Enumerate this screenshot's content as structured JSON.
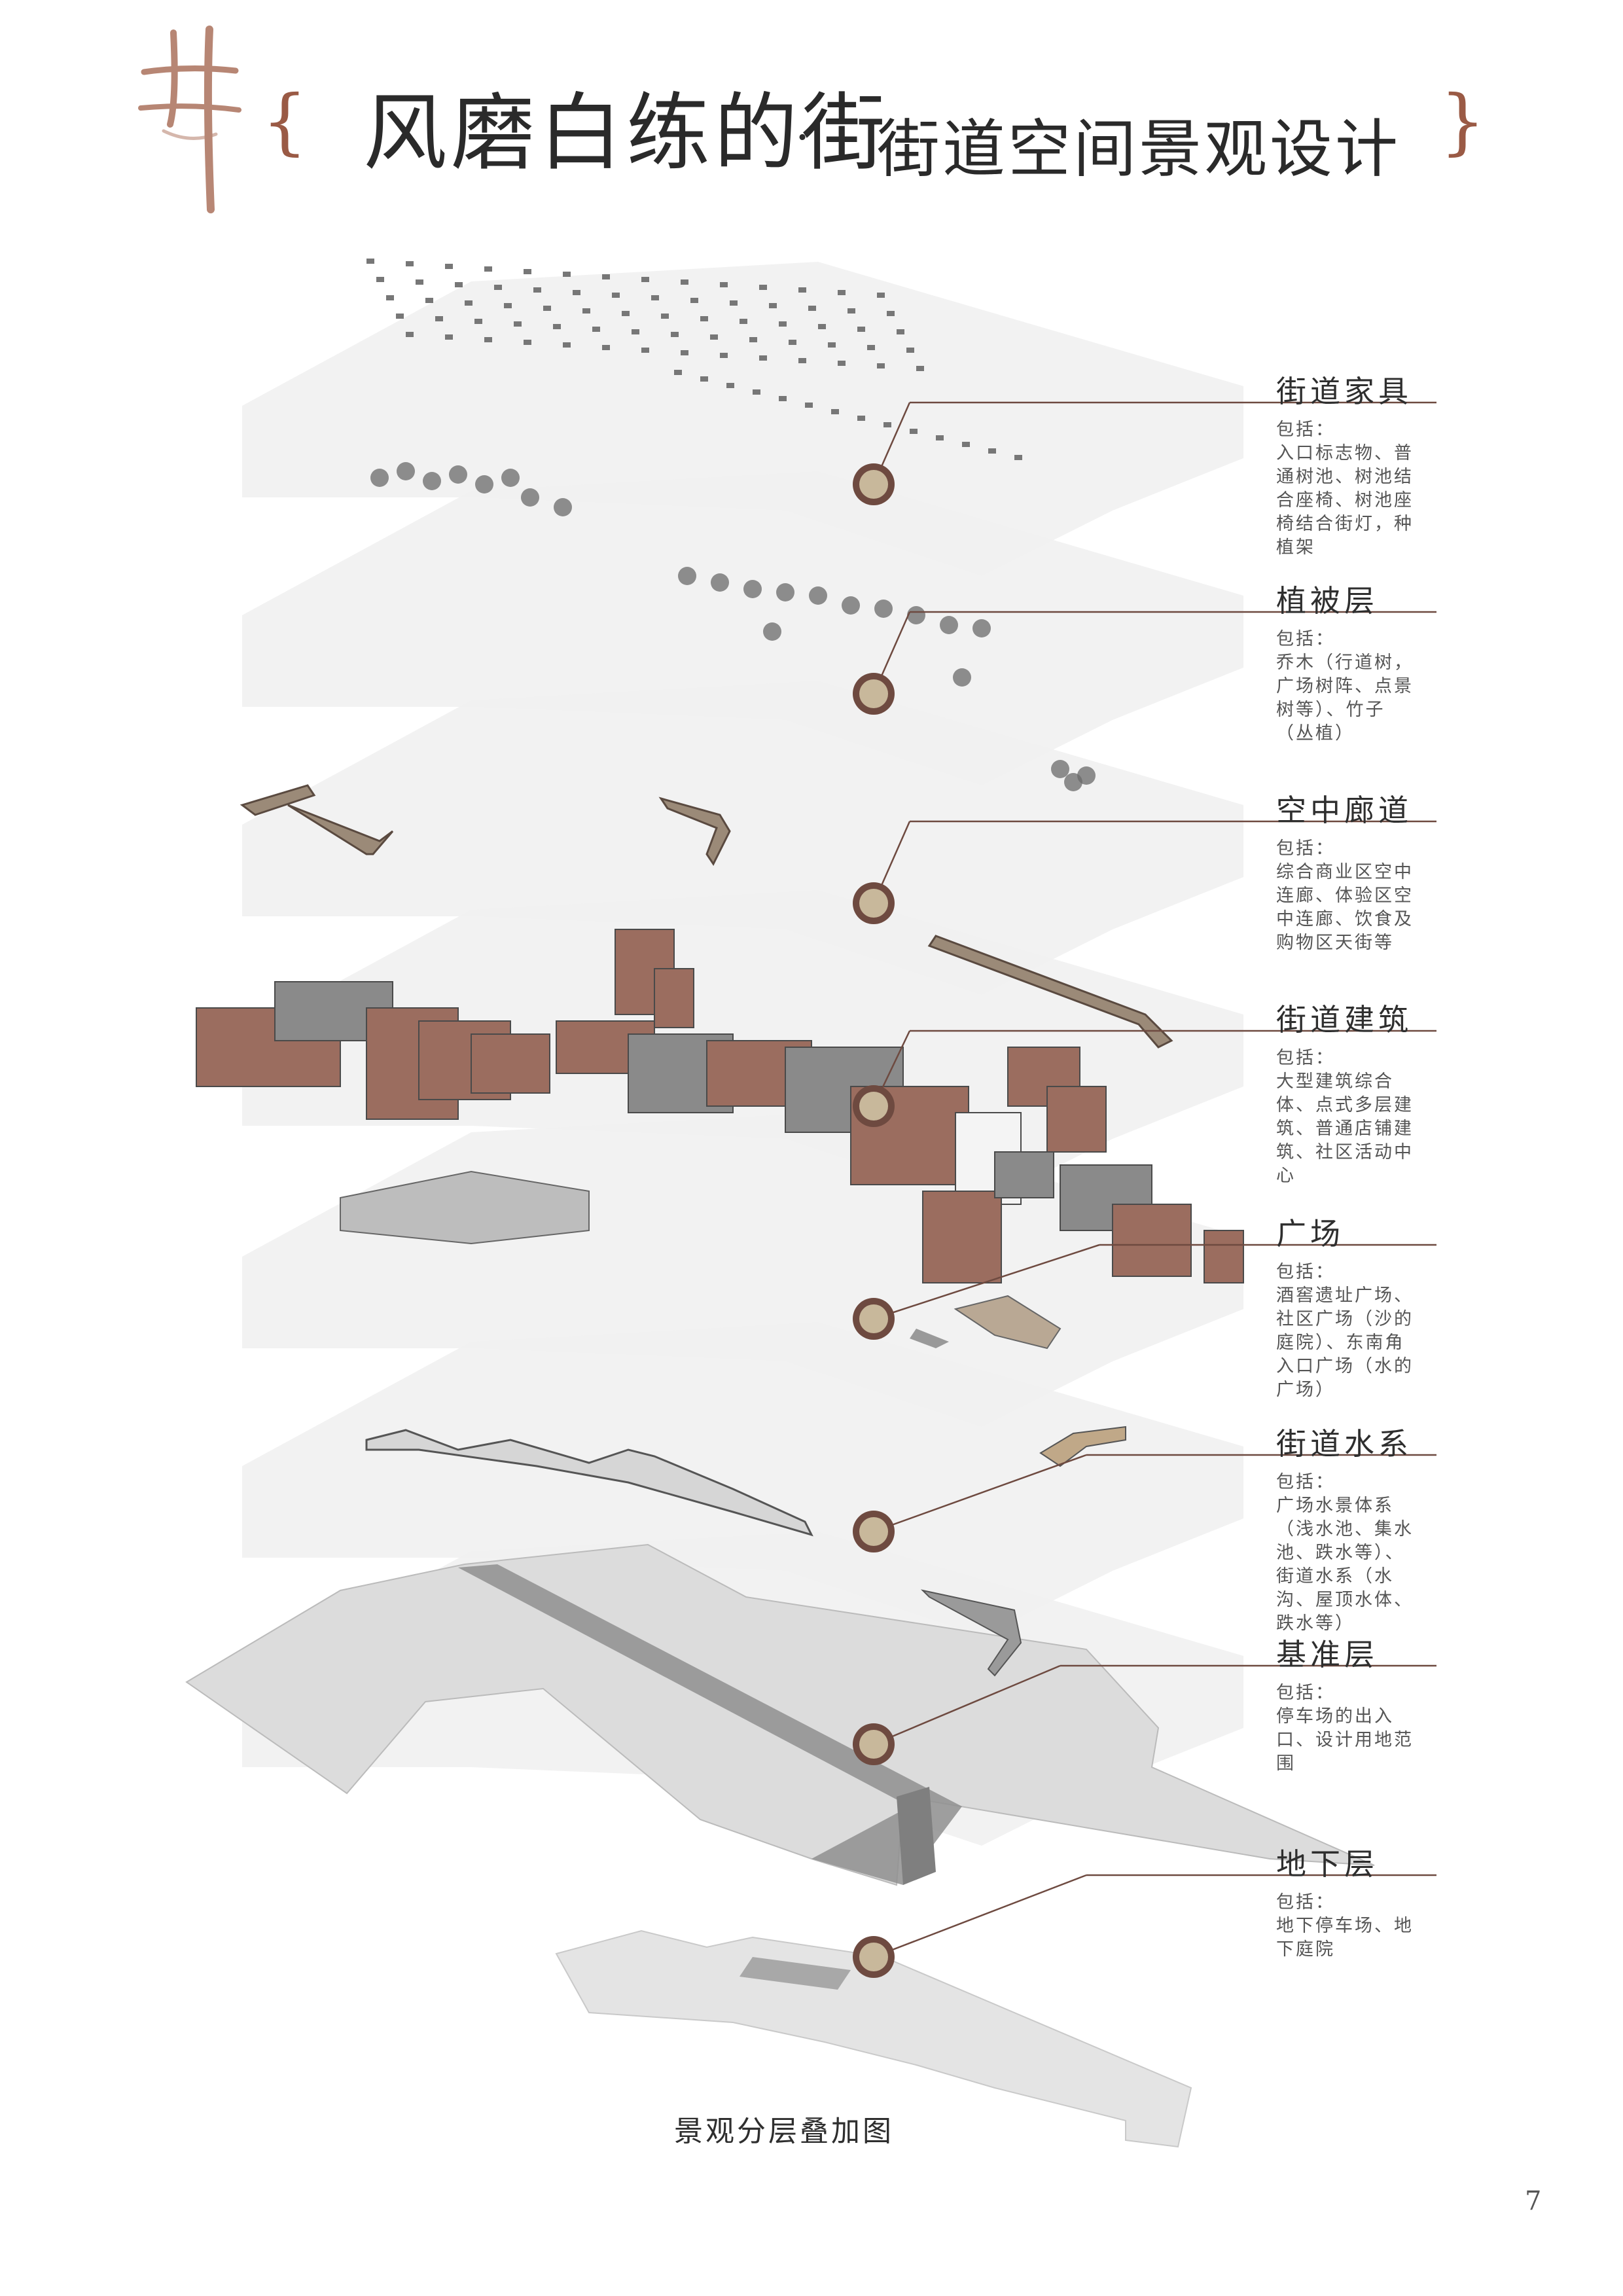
{
  "header": {
    "title_main": "风磨白练的街",
    "title_dot": "·",
    "title_sub": "街道空间景观设计",
    "brace_open": "{",
    "brace_close": "}",
    "accent_color": "#9a5a45"
  },
  "layers": [
    {
      "title": "街道家具",
      "prefix": "包括：",
      "desc": "入口标志物、普通树池、树池结合座椅、树池座椅结合街灯，种植架"
    },
    {
      "title": "植被层",
      "prefix": "包括：",
      "desc": "乔木（行道树，广场树阵、点景树等）、竹子（丛植）"
    },
    {
      "title": "空中廊道",
      "prefix": "包括：",
      "desc": "综合商业区空中连廊、体验区空中连廊、饮食及购物区天街等"
    },
    {
      "title": "街道建筑",
      "prefix": "包括：",
      "desc": "大型建筑综合体、点式多层建筑、普通店铺建筑、社区活动中心"
    },
    {
      "title": "广场",
      "prefix": "包括：",
      "desc": "酒窖遗址广场、社区广场（沙的庭院）、东南角入口广场（水的广场）"
    },
    {
      "title": "街道水系",
      "prefix": "包括：",
      "desc": "广场水景体系（浅水池、集水池、跌水等）、街道水系（水沟、屋顶水体、跌水等）"
    },
    {
      "title": "基准层",
      "prefix": "包括：",
      "desc": "停车场的出入口、设计用地范围"
    },
    {
      "title": "地下层",
      "prefix": "包括：",
      "desc": "地下停车场、地下庭院"
    }
  ],
  "caption": "景观分层叠加图",
  "page_number": "7",
  "colors": {
    "layer_fill": "#f1f1f1",
    "base_fill": "#dcdcdc",
    "building_brick": "#9b6d5f",
    "building_roof": "#8a8a8a",
    "node_fill": "#c8b89b",
    "node_ring": "#6e4a40",
    "leader_line": "#6e4a40"
  }
}
